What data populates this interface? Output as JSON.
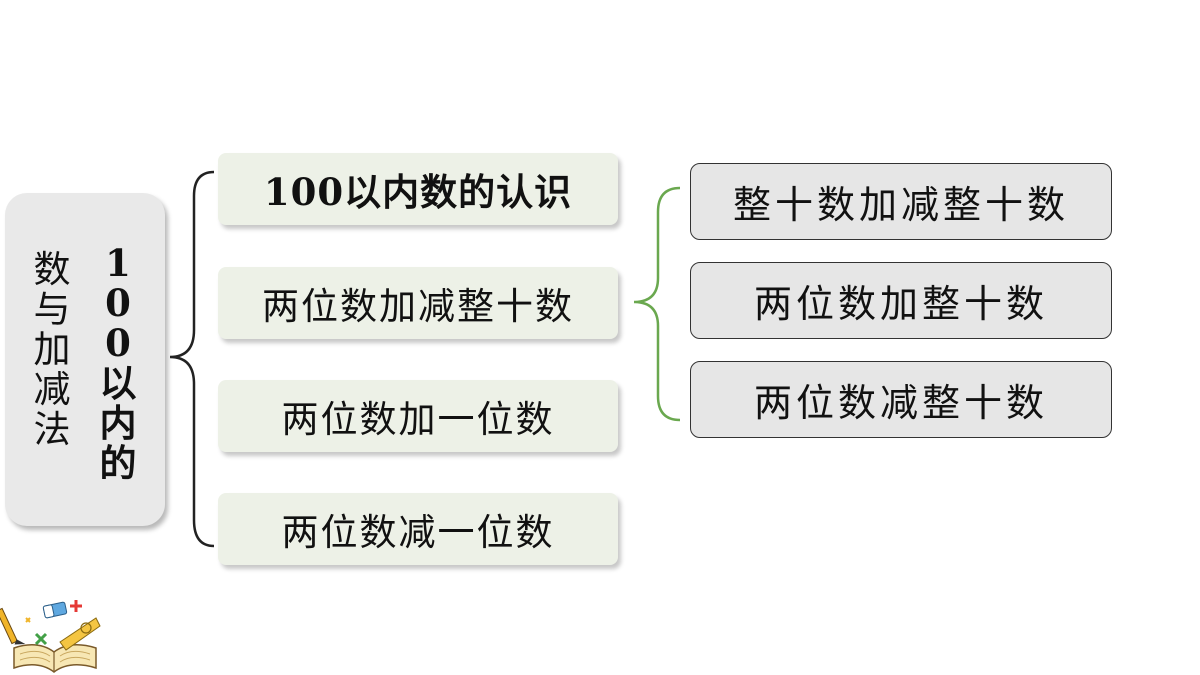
{
  "root": {
    "line1": [
      "1",
      "0",
      "0",
      "以",
      "内",
      "的"
    ],
    "line2": [
      "数",
      "与",
      "加",
      "减",
      "法"
    ]
  },
  "level1": [
    "100以内数的认识",
    "两位数加减整十数",
    "两位数加一位数",
    "两位数减一位数"
  ],
  "level2": [
    "整十数加减整十数",
    "两位数加整十数",
    "两位数减整十数"
  ],
  "colors": {
    "main_bracket": "#222222",
    "sub_bracket": "#6aa84f"
  },
  "icons": [
    "book-icon",
    "pencil-icon",
    "ruler-icon",
    "eraser-icon",
    "plus-icon",
    "multiply-icon"
  ]
}
